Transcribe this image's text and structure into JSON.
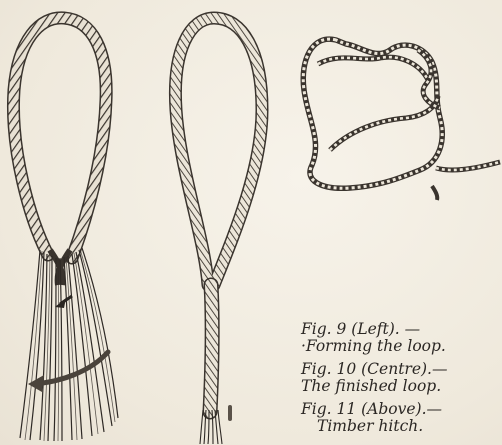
{
  "figures": [
    {
      "id": "fig9",
      "line1": "Fig.  9  (Left). —",
      "line2": "·Forming the loop."
    },
    {
      "id": "fig10",
      "line1": "Fig.  10  (Centre).—",
      "line2": "The  finished  loop."
    },
    {
      "id": "fig11",
      "line1": "Fig.  11  (Above).—",
      "line2": "Timber  hitch."
    }
  ],
  "illustrations": [
    {
      "name": "forming-loop-illustration"
    },
    {
      "name": "finished-loop-illustration"
    },
    {
      "name": "timber-hitch-illustration"
    }
  ],
  "colors": {
    "paper": "#f3eee3",
    "ink": "#2b2724"
  }
}
